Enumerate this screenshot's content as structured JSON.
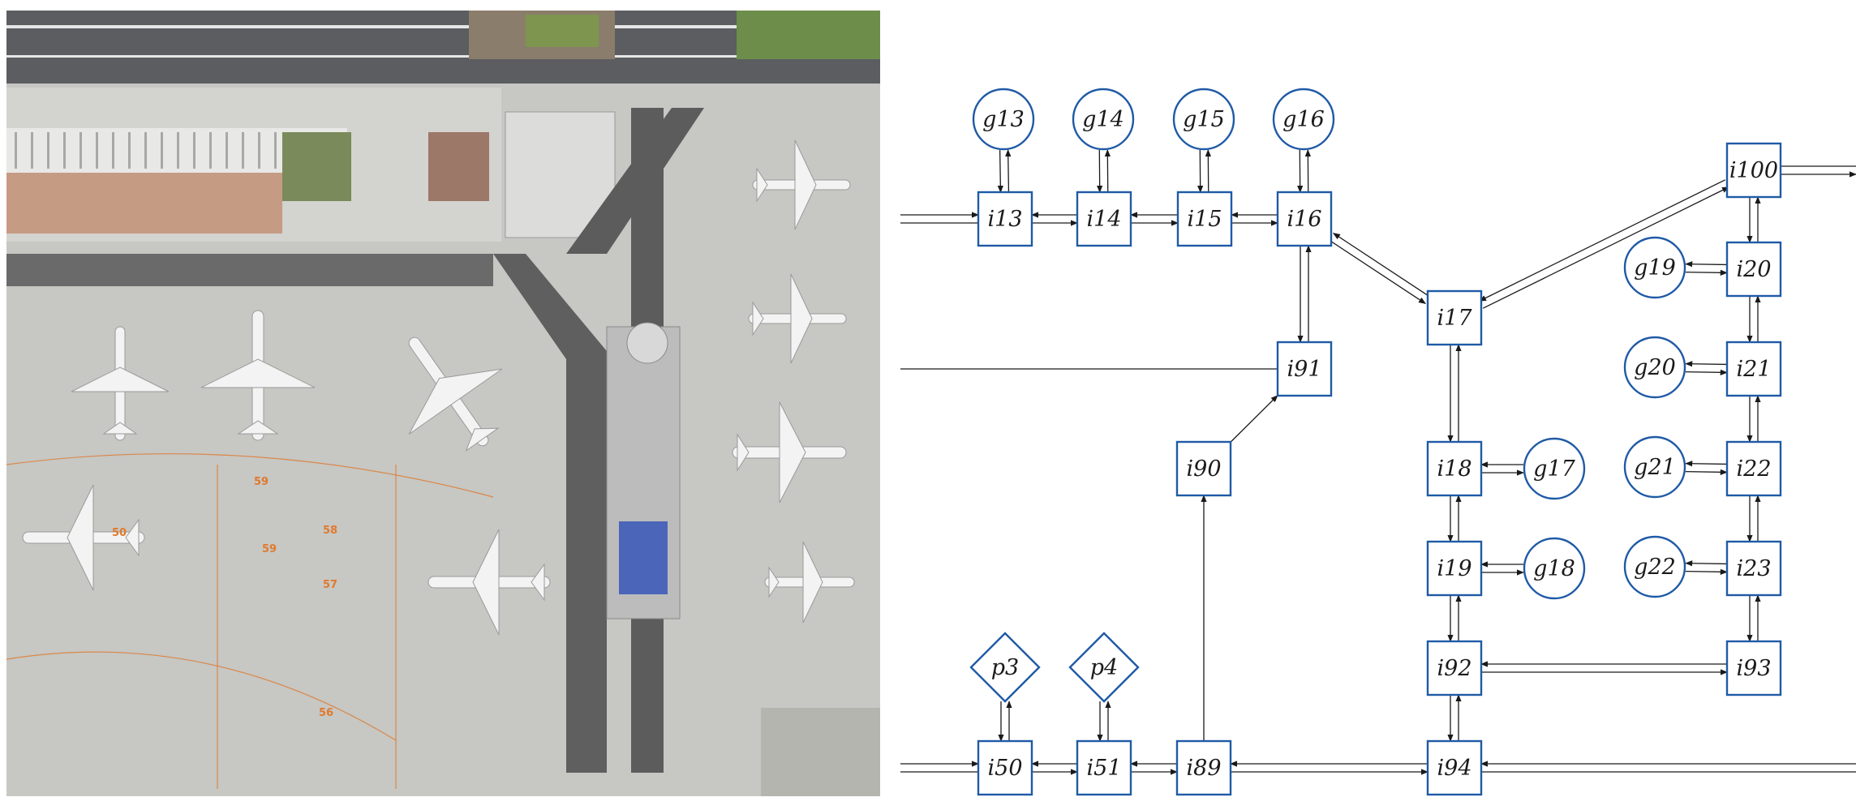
{
  "colors": {
    "node_stroke": "#1f5aa6",
    "edge": "#1a1a1a",
    "apron": "#c9c9c5",
    "terminal_roof": "#d6d6d3",
    "taxiway": "#585858",
    "grass": "#6f8f4a",
    "aircraft": "#f4f4f4",
    "aircraft_tail": "#1c3d8f"
  },
  "photo": {
    "description_icon": "airport-aerial-photo",
    "gate_labels": [
      "59",
      "58",
      "59",
      "58",
      "57",
      "50",
      "56"
    ]
  },
  "graph": {
    "gates_circle": [
      "g13",
      "g14",
      "g15",
      "g16",
      "g17",
      "g18",
      "g19",
      "g20",
      "g21",
      "g22"
    ],
    "intersections_square": [
      "i13",
      "i14",
      "i15",
      "i16",
      "i17",
      "i18",
      "i19",
      "i20",
      "i21",
      "i22",
      "i23",
      "i50",
      "i51",
      "i89",
      "i90",
      "i91",
      "i92",
      "i93",
      "i94",
      "i100"
    ],
    "parking_diamond": [
      "p3",
      "p4"
    ]
  }
}
